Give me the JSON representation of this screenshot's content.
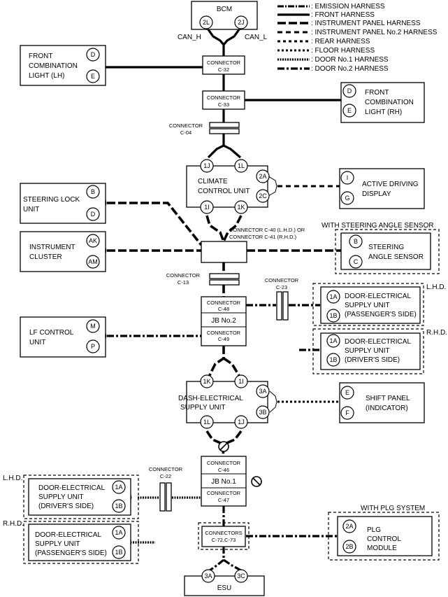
{
  "legend": [
    {
      "label": ": EMISSION HARNESS",
      "style": "emission"
    },
    {
      "label": ": FRONT HARNESS",
      "style": "front"
    },
    {
      "label": ": INSTRUMENT PANEL HARNESS",
      "style": "ip"
    },
    {
      "label": ": INSTRUMENT PANEL No.2 HARNESS",
      "style": "ip2"
    },
    {
      "label": ": REAR HARNESS",
      "style": "rear"
    },
    {
      "label": ": FLOOR HARNESS",
      "style": "floor"
    },
    {
      "label": ": DOOR No.1 HARNESS",
      "style": "door1"
    },
    {
      "label": ": DOOR No.2 HARNESS",
      "style": "door2"
    }
  ],
  "bcm": {
    "name": "BCM",
    "pin_left": "2L",
    "pin_right": "2J",
    "can_h": "CAN_H",
    "can_l": "CAN_L"
  },
  "connectors": {
    "c32": {
      "line1": "CONNECTOR",
      "line2": "C-32"
    },
    "c33": {
      "line1": "CONNECTOR",
      "line2": "C-33"
    },
    "c04": {
      "line1": "CONNECTOR",
      "line2": "C-04"
    },
    "c40": {
      "line1": "CONNECTOR C-40 (L.H.D.) OR",
      "line2": "CONNECTOR C-41 (R.H.D.)"
    },
    "c13": {
      "line1": "CONNECTOR",
      "line2": "C-13"
    },
    "c23": {
      "line1": "CONNECTOR",
      "line2": "C-23"
    },
    "c48": {
      "line1": "CONNECTOR",
      "line2": "C-48"
    },
    "c49": {
      "line1": "CONNECTOR",
      "line2": "C-49"
    },
    "c46": {
      "line1": "CONNECTOR",
      "line2": "C-46"
    },
    "c47": {
      "line1": "CONNECTOR",
      "line2": "C-47"
    },
    "c22": {
      "line1": "CONNECTOR",
      "line2": "C-22"
    },
    "c72": {
      "line1": "CONNECTORS",
      "line2": "C-72,C-73"
    }
  },
  "jb2": "JB No.2",
  "jb1": "JB No.1",
  "front_light_lh": {
    "l1": "FRONT",
    "l2": "COMBINATION",
    "l3": "LIGHT (LH)",
    "p1": "D",
    "p2": "E"
  },
  "front_light_rh": {
    "l1": "FRONT",
    "l2": "COMBINATION",
    "l3": "LIGHT (RH)",
    "p1": "D",
    "p2": "E"
  },
  "climate": {
    "l1": "CLIMATE",
    "l2": "CONTROL UNIT",
    "p_tl": "1J",
    "p_tr": "1L",
    "p_bl": "1I",
    "p_br": "1K",
    "p_r1": "2A",
    "p_r2": "2C"
  },
  "active_display": {
    "l1": "ACTIVE DRIVING",
    "l2": "DISPLAY",
    "p1": "I",
    "p2": "G"
  },
  "steering_lock": {
    "l1": "STEERING LOCK",
    "l2": "UNIT",
    "p1": "B",
    "p2": "D"
  },
  "steering_angle_title": "WITH STEERING ANGLE SENSOR",
  "steering_angle": {
    "l1": "STEERING",
    "l2": "ANGLE SENSOR",
    "p1": "B",
    "p2": "C"
  },
  "instrument_cluster": {
    "l1": "INSTRUMENT",
    "l2": "CLUSTER",
    "p1": "AK",
    "p2": "AM"
  },
  "lhd": "L.H.D.",
  "rhd": "R.H.D.",
  "door_passenger_top": {
    "l1": "DOOR-ELECTRICAL",
    "l2": "SUPPLY UNIT",
    "l3": "(PASSENGER'S SIDE)",
    "p1": "1A",
    "p2": "1B"
  },
  "door_driver_top": {
    "l1": "DOOR-ELECTRICAL",
    "l2": "SUPPLY UNIT",
    "l3": "(DRIVER'S SIDE)",
    "p1": "1A",
    "p2": "1B"
  },
  "lf_control": {
    "l1": "LF CONTROL",
    "l2": "UNIT",
    "p1": "M",
    "p2": "P"
  },
  "dash": {
    "l1": "DASH-ELECTRICAL",
    "l2": "SUPPLY UNIT",
    "p_tl": "1K",
    "p_tr": "1I",
    "p_bl": "1L",
    "p_br": "1J",
    "p_r1": "3A",
    "p_r2": "3B"
  },
  "shift_panel": {
    "l1": "SHIFT PANEL",
    "l2": "(INDICATOR)",
    "p1": "E",
    "p2": "F"
  },
  "door_driver_bottom": {
    "l1": "DOOR-ELECTRICAL",
    "l2": "SUPPLY UNIT",
    "l3": "(DRIVER'S SIDE)",
    "p1": "1A",
    "p2": "1B"
  },
  "door_passenger_bottom": {
    "l1": "DOOR-ELECTRICAL",
    "l2": "SUPPLY UNIT",
    "l3": "(PASSENGER'S SIDE)",
    "p1": "1A",
    "p2": "1B"
  },
  "plg_title": "WITH PLG SYSTEM",
  "plg": {
    "l1": "PLG",
    "l2": "CONTROL",
    "l3": "MODULE",
    "p1": "2A",
    "p2": "2B"
  },
  "esu": {
    "name": "ESU",
    "p1": "3A",
    "p2": "3C"
  }
}
